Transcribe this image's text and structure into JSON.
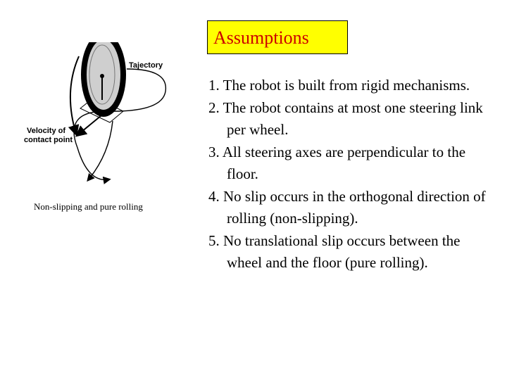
{
  "slide": {
    "title": "Assumptions",
    "accent": {
      "title_background": "#ffff00",
      "title_text": "#cc0000"
    }
  },
  "figure": {
    "trajectory_label": "Tajectory",
    "velocity_label_line1": "Velocity of",
    "velocity_label_line2": "contact point",
    "caption": "Non-slipping and pure rolling",
    "icons": [
      "wheel-icon",
      "arrow-icon"
    ]
  },
  "assumptions": [
    "1.  The robot is built from rigid mechanisms.",
    "2.  The robot contains at most one steering link   per wheel.",
    "3. All steering axes  are perpendicular to the floor.",
    "4. No slip occurs in the orthogonal direction of rolling (non-slipping).",
    "5. No translational slip occurs between the wheel and the floor (pure rolling)."
  ]
}
